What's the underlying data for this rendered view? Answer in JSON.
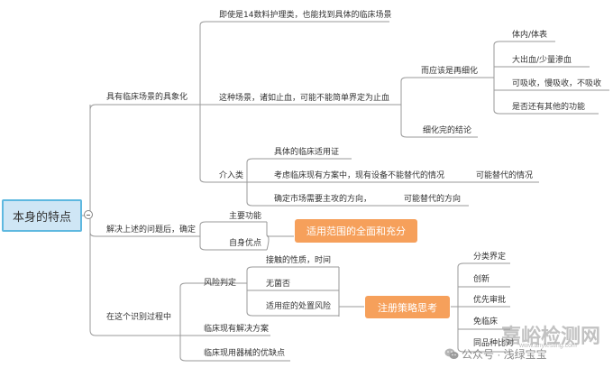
{
  "root": "本身的特点",
  "branches": {
    "b1": "具有临床场景的具象化",
    "b1_1": "即使是14数料护理类，也能找到具体的临床场景",
    "b1_2": "这种场景，诸如止血，可能不能简单界定为止血",
    "b1_2_1": "而应该是再细化",
    "b1_2_1_items": [
      "体内/体表",
      "大出血/少量渗血",
      "可吸收，慢吸收，不吸收",
      "是否还有其他的功能"
    ],
    "b1_2_2": "细化完的结论",
    "b1_3": "介入类",
    "b1_3_items": [
      "具体的临床适用证",
      "考虑临床现有方案中，现有设备不能替代的情况",
      "确定市场需要主攻的方向，"
    ],
    "b1_3_notes": [
      "可能替代的情况",
      "可能替代的方向"
    ],
    "b2": "解决上述的问题后，确定",
    "b2_items": [
      "主要功能",
      "自身优点"
    ],
    "b2_summary": "适用范围的全面和充分",
    "b3": "在这个识别过程中",
    "b3_1": "风险判定",
    "b3_1_items": [
      "接触的性质，时间",
      "无菌否",
      "适用症的处置风险"
    ],
    "b3_2": "临床现有解决方案",
    "b3_3": "临床现用器械的优缺点",
    "b3_summary": "注册策略思考",
    "b3_summary_items": [
      "分类界定",
      "创新",
      "优先审批",
      "免临床",
      "同品种比对"
    ]
  },
  "watermark": {
    "line1": "嘉峪检测网",
    "line2": "公众号 · 浅绿宝宝",
    "url": "www.anytesting.com"
  },
  "colors": {
    "accent": "#f6a05b",
    "root_fill": "#cfe6f5",
    "root_border": "#5eb8e0",
    "line": "#999999"
  }
}
